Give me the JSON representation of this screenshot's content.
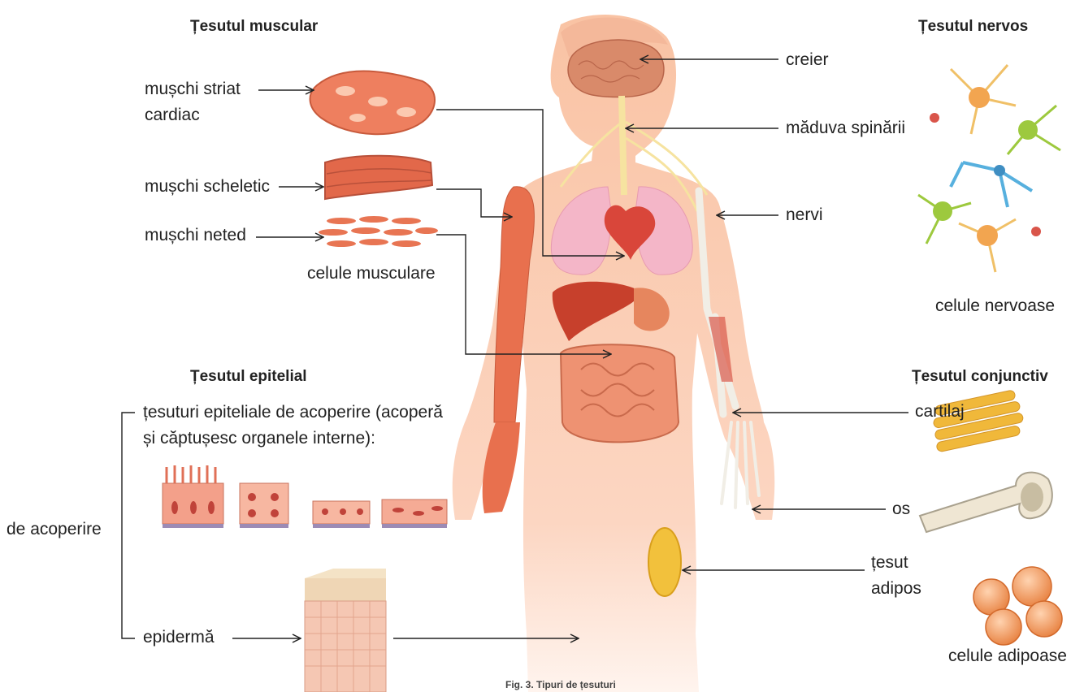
{
  "headings": {
    "muscle": "Țesutul muscular",
    "nervous": "Țesutul nervos",
    "epithelial": "Țesutul epitelial",
    "connective": "Țesutul conjunctiv"
  },
  "muscle_labels": {
    "striated_line1": "mușchi striat",
    "striated_line2": "cardiac",
    "skeletal": "mușchi scheletic",
    "smooth": "mușchi neted",
    "cells": "celule musculare"
  },
  "body_labels": {
    "brain": "creier",
    "spinal_cord": "măduva spinării",
    "nerves": "nervi",
    "cartilage": "cartilaj",
    "bone": "os",
    "adipose_line1": "țesut",
    "adipose_line2": "adipos"
  },
  "cell_captions": {
    "nerve_cells": "celule nervoase",
    "fat_cells": "celule adipoase"
  },
  "epithelial_labels": {
    "covering_tissues": "țesuturi epiteliale de acoperire (acoperă și căptușesc organele interne):",
    "group": "de acoperire",
    "epidermis": "epidermă"
  },
  "caption": "Fig. 3. Tipuri de țesuturi",
  "colors": {
    "skin": "#fbcdb2",
    "muscle": "#e8704e",
    "brain": "#d98a6a",
    "nerve": "#f6e3a0",
    "lungs": "#f4b6c8",
    "bone": "#f1eee6",
    "fat": "#f2c13c"
  }
}
